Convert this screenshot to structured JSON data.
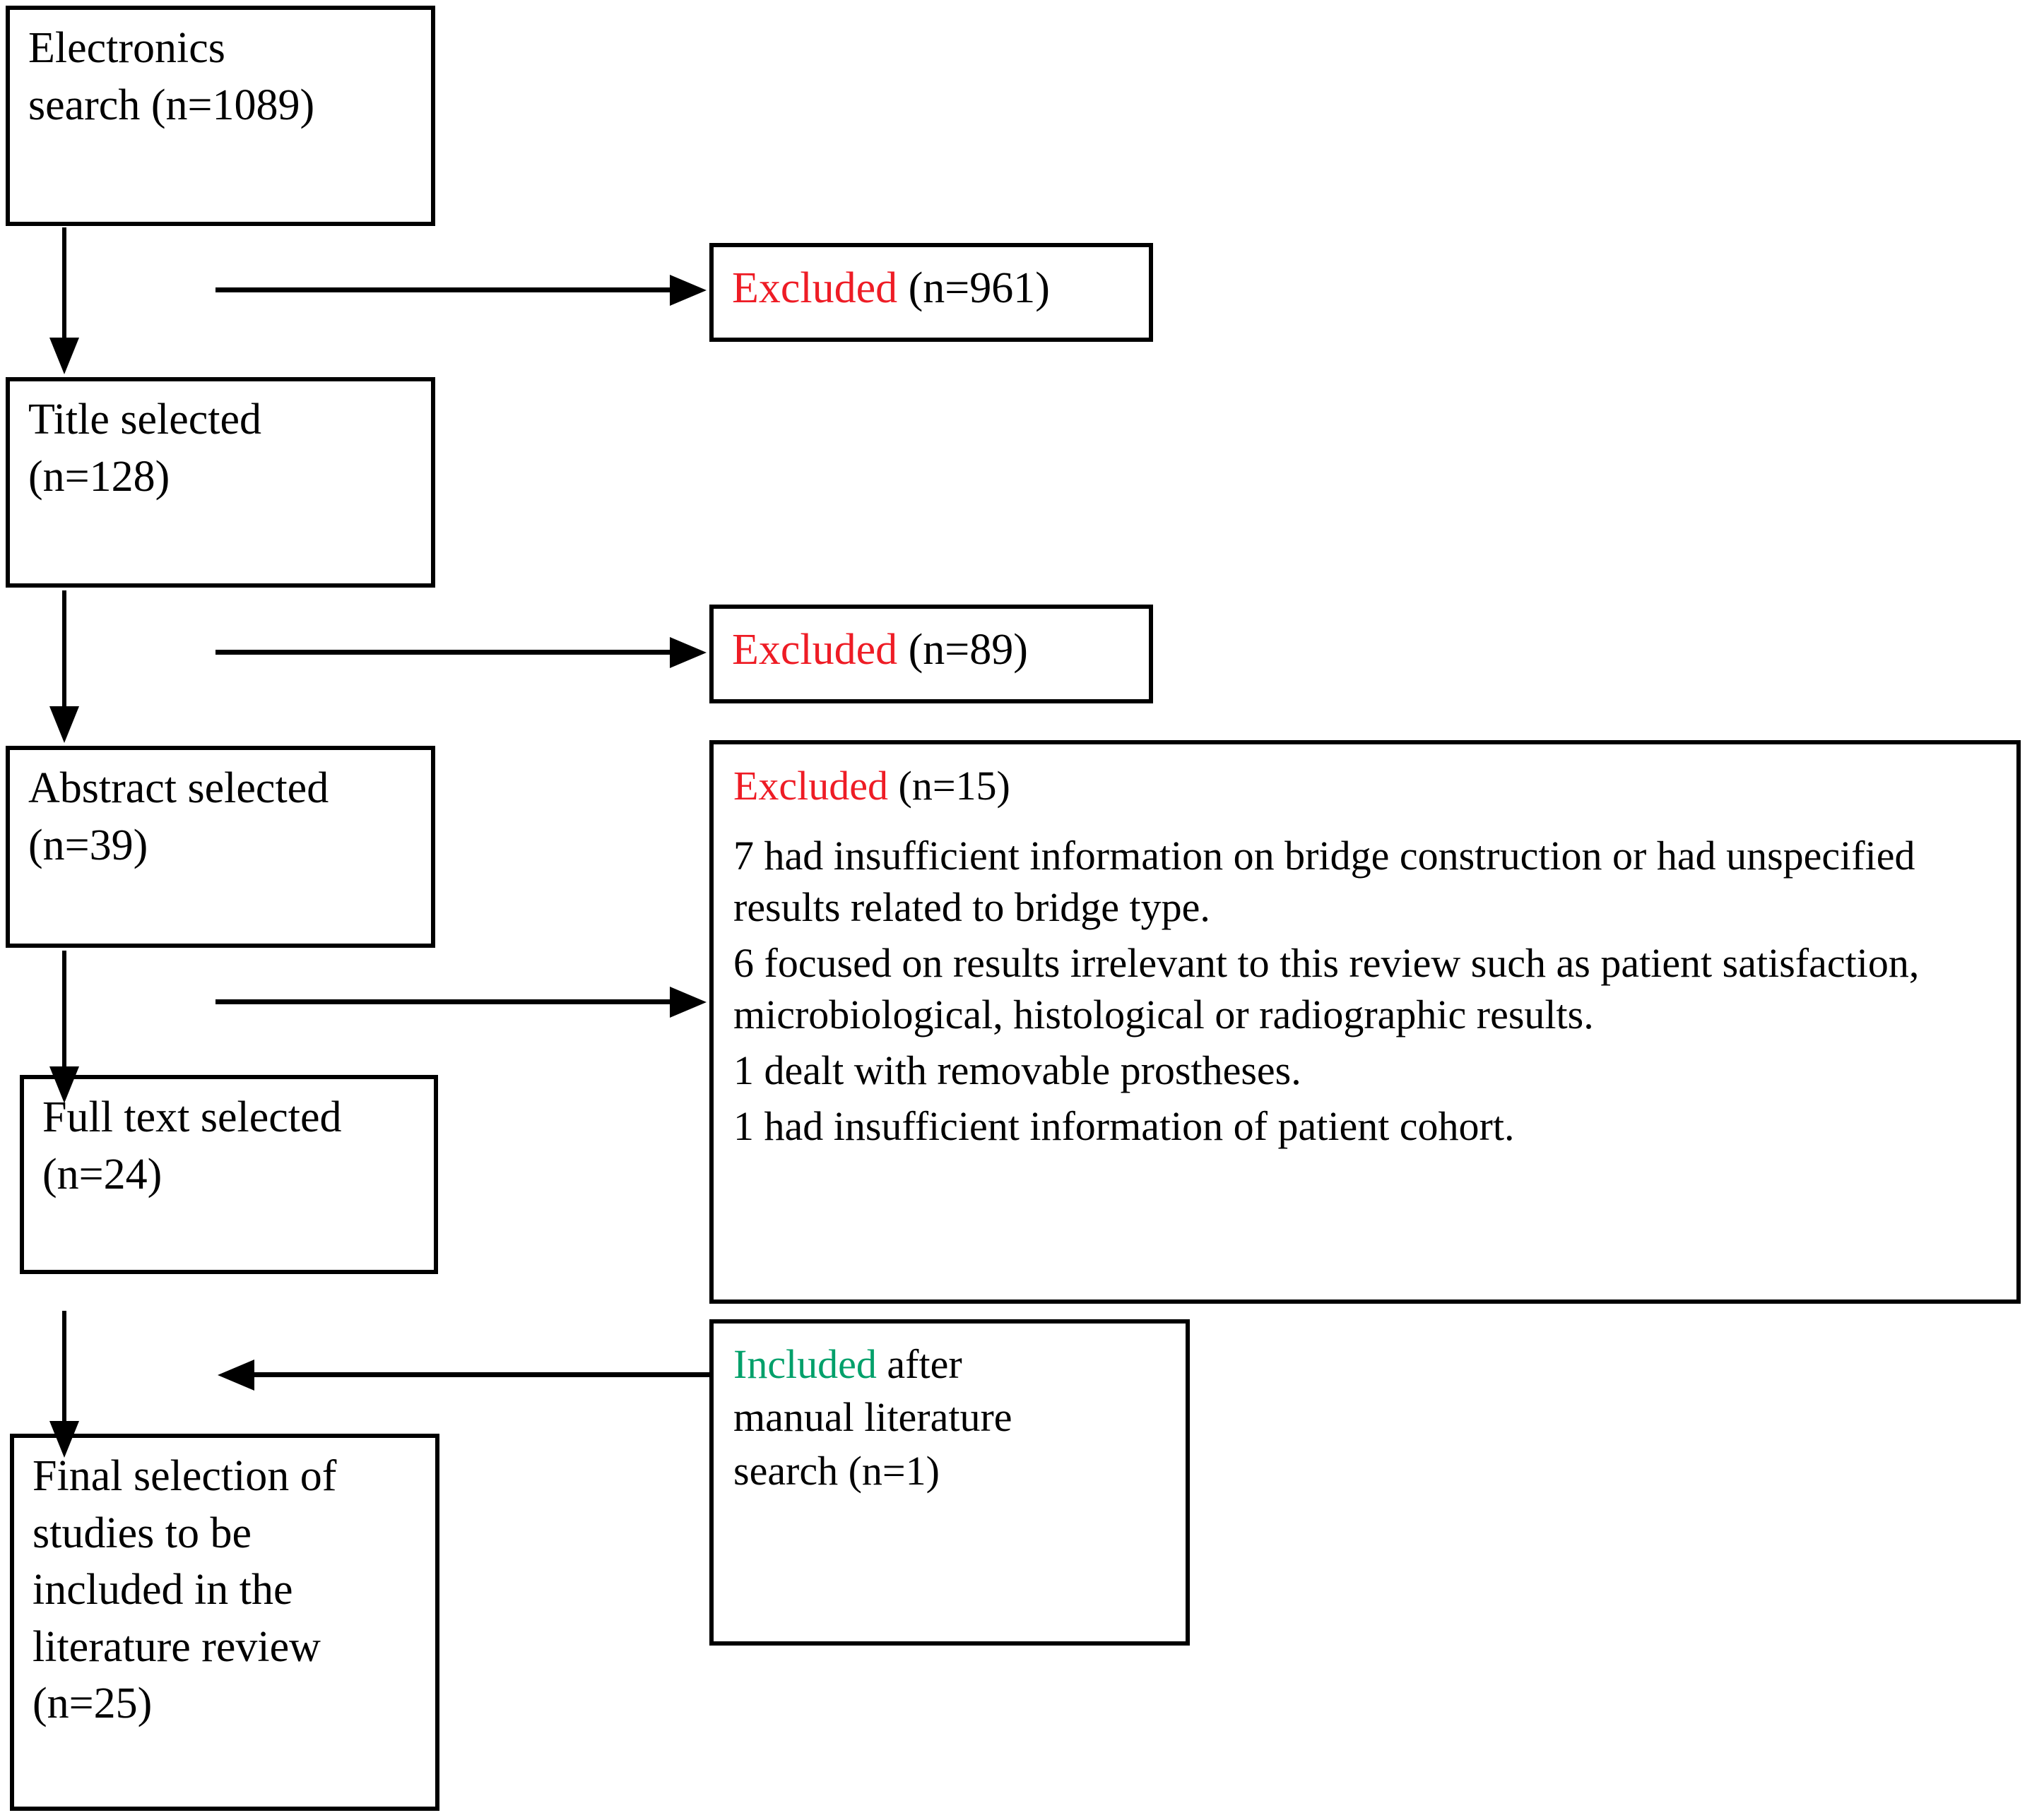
{
  "figure": {
    "type": "flowchart",
    "subject": "PRISMA-style literature selection flow diagram",
    "accent_colors": {
      "excluded": "#EE1C25",
      "included": "#00A06A",
      "line": "#000000",
      "background": "#FFFFFF"
    }
  },
  "nodes": {
    "electronics_search": {
      "label": "Electronics\nsearch (n=1089)",
      "count": 1089
    },
    "title_selected": {
      "label": "Title selected\n(n=128)",
      "count": 128
    },
    "abstract_selected": {
      "label": "Abstract selected\n(n=39)",
      "count": 39
    },
    "full_text_selected": {
      "label": "Full text selected\n(n=24)",
      "count": 24
    },
    "final_selection": {
      "label": "Final selection of\nstudies to be\nincluded in the\nliterature review\n(n=25)",
      "count": 25
    },
    "excluded_1": {
      "keyword": "Excluded",
      "suffix": " (n=961)",
      "count": 961
    },
    "excluded_2": {
      "keyword": "Excluded",
      "suffix": " (n=89)",
      "count": 89
    },
    "excluded_3": {
      "keyword": "Excluded",
      "suffix": " (n=15)",
      "count": 15,
      "reasons": [
        "7 had insufficient information on bridge construction or had unspecified results related to bridge type.",
        "6 focused on results irrelevant to this review such as patient satisfaction, microbiological, histological or radiographic results.",
        "1 dealt with removable prostheses.",
        "1 had insufficient information of patient cohort."
      ]
    },
    "included_manual": {
      "keyword": "Included",
      "suffix": " after",
      "rest": "manual literature\nsearch (n=1)",
      "count": 1
    }
  },
  "edges": [
    {
      "from": "electronics_search",
      "to": "title_selected",
      "direction": "down"
    },
    {
      "from": "electronics_search",
      "to": "excluded_1",
      "direction": "right"
    },
    {
      "from": "title_selected",
      "to": "abstract_selected",
      "direction": "down"
    },
    {
      "from": "title_selected",
      "to": "excluded_2",
      "direction": "right"
    },
    {
      "from": "abstract_selected",
      "to": "full_text_selected",
      "direction": "down"
    },
    {
      "from": "abstract_selected",
      "to": "excluded_3",
      "direction": "right"
    },
    {
      "from": "full_text_selected",
      "to": "final_selection",
      "direction": "down"
    },
    {
      "from": "included_manual",
      "to": "final_selection",
      "direction": "left"
    }
  ]
}
